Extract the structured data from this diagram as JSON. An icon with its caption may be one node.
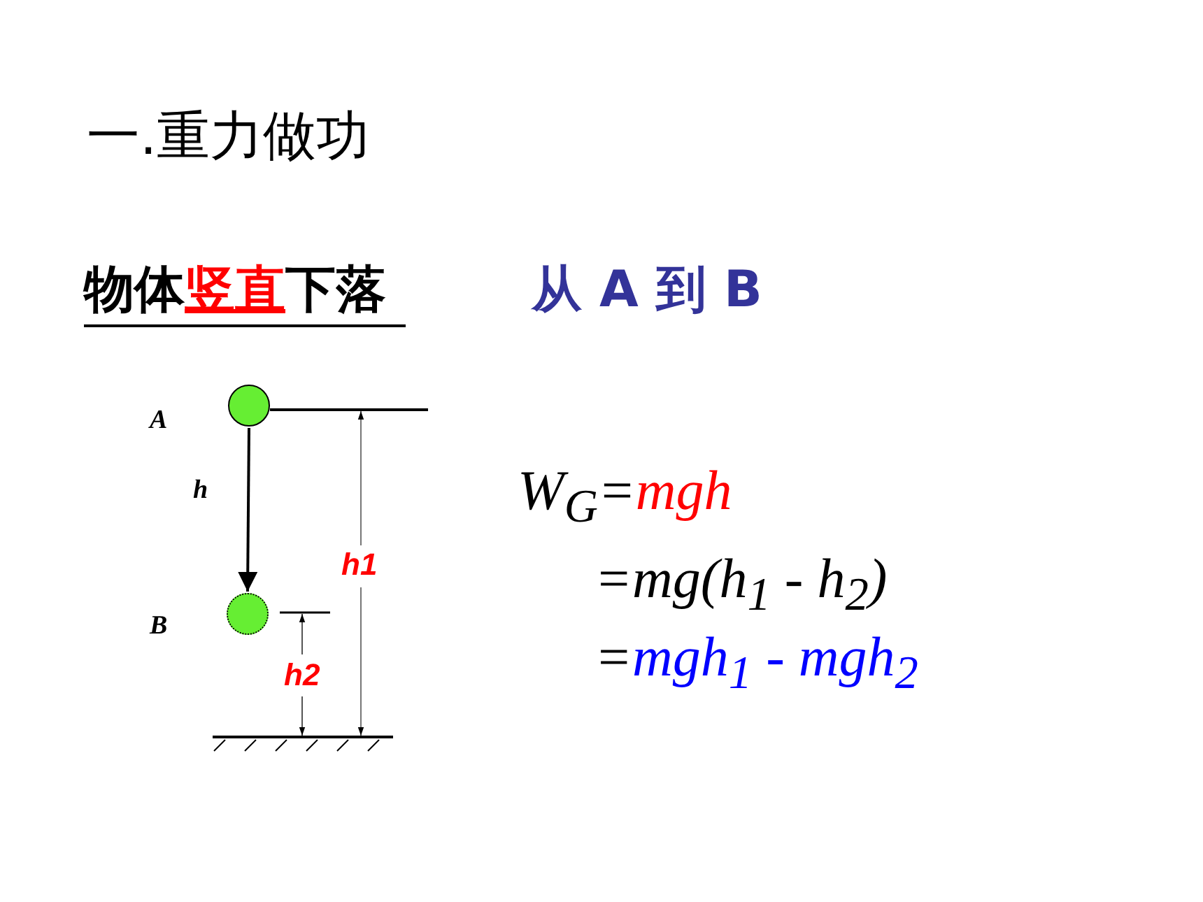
{
  "diagram": {
    "title": "一.重力做功",
    "nodes": [
      {
        "text": [],
        "shape": "circle",
        "beside": [
          "A"
        ]
      },
      {
        "text": [],
        "shape": "circle",
        "beside": [
          "B"
        ]
      }
    ],
    "edges": [
      {
        "from": 0,
        "to": 1,
        "arrow": "to",
        "label": "h"
      }
    ],
    "labels": [
      "物体竖直下落",
      "从 A 到 B",
      "h1",
      "h2",
      "W$_{G}$=mgh",
      "=mg(h$_{1}$ - h$_{2}$)",
      "=mgh$_{1}$ - mgh$_{2}$"
    ]
  }
}
